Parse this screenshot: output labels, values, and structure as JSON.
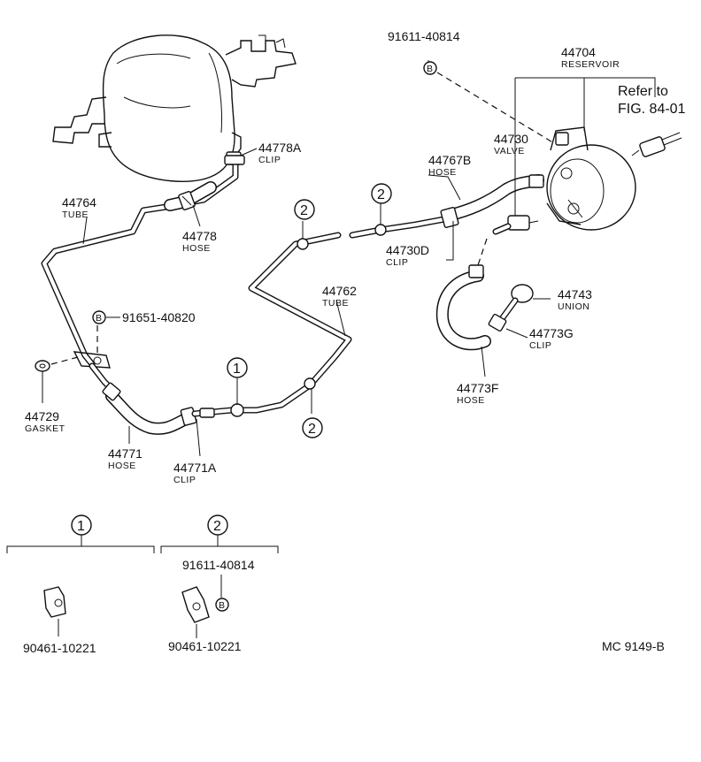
{
  "figure_code": "MC 9149-B",
  "refer_note": [
    "Refer to",
    "FIG. 84-01"
  ],
  "callouts": {
    "c1_bolt": "91611-40814",
    "c2_number": "44704",
    "c2_desc": "RESERVOIR",
    "c3_number": "44730",
    "c3_desc": "VALVE",
    "c4_number": "44767B",
    "c4_desc": "HOSE",
    "c5_number": "44778A",
    "c5_desc": "CLIP",
    "c6_number": "44764",
    "c6_desc": "TUBE",
    "c7_number": "44778",
    "c7_desc": "HOSE",
    "c8_number": "44730D",
    "c8_desc": "CLIP",
    "c9_number": "44762",
    "c9_desc": "TUBE",
    "c10_bolt": "91651-40820",
    "c11_number": "44743",
    "c11_desc": "UNION",
    "c12_number": "44773G",
    "c12_desc": "CLIP",
    "c13_number": "44729",
    "c13_desc": "GASKET",
    "c14_number": "44773F",
    "c14_desc": "HOSE",
    "c15_number": "44771",
    "c15_desc": "HOSE",
    "c16_number": "44771A",
    "c16_desc": "CLIP"
  },
  "markers": {
    "one": "1",
    "two": "2",
    "bolt": "B"
  },
  "detail_1": {
    "marker": "1",
    "part": "90461-10221"
  },
  "detail_2": {
    "marker": "2",
    "bolt": "91611-40814",
    "part": "90461-10221"
  }
}
